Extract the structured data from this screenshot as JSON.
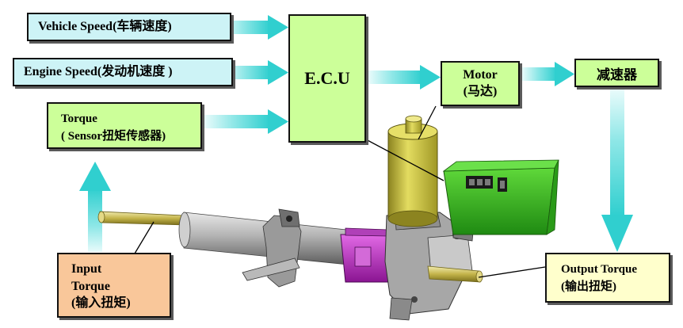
{
  "inputs": {
    "vehicle_speed": "Vehicle Speed(车辆速度)",
    "engine_speed": "Engine Speed(发动机速度 )",
    "torque_line1": "Torque",
    "torque_line2": "( Sensor扭矩传感器)"
  },
  "ecu": {
    "label": "E.C.U"
  },
  "motor": {
    "line1": "Motor",
    "line2": "(马达)"
  },
  "reducer": {
    "label": "减速器"
  },
  "input_torque": {
    "line1": "Input",
    "line2": "Torque",
    "line3": "(输入扭矩)"
  },
  "output_torque": {
    "line1": "Output Torque",
    "line2": "(输出扭矩)"
  },
  "colors": {
    "arrow_cyan": "#3fd8d8",
    "box_cyan": "#cdf3f6",
    "box_green": "#ccff99",
    "box_orange": "#f9c79a",
    "box_yellow": "#ffffcc",
    "motor_yellow": "#d8d24a",
    "ecu_unit_green": "#39b81e",
    "sensor_magenta": "#c02ac8"
  },
  "icons": [
    "flow-arrow",
    "steering-column",
    "electric-motor",
    "ecu-unit",
    "torque-sensor"
  ]
}
